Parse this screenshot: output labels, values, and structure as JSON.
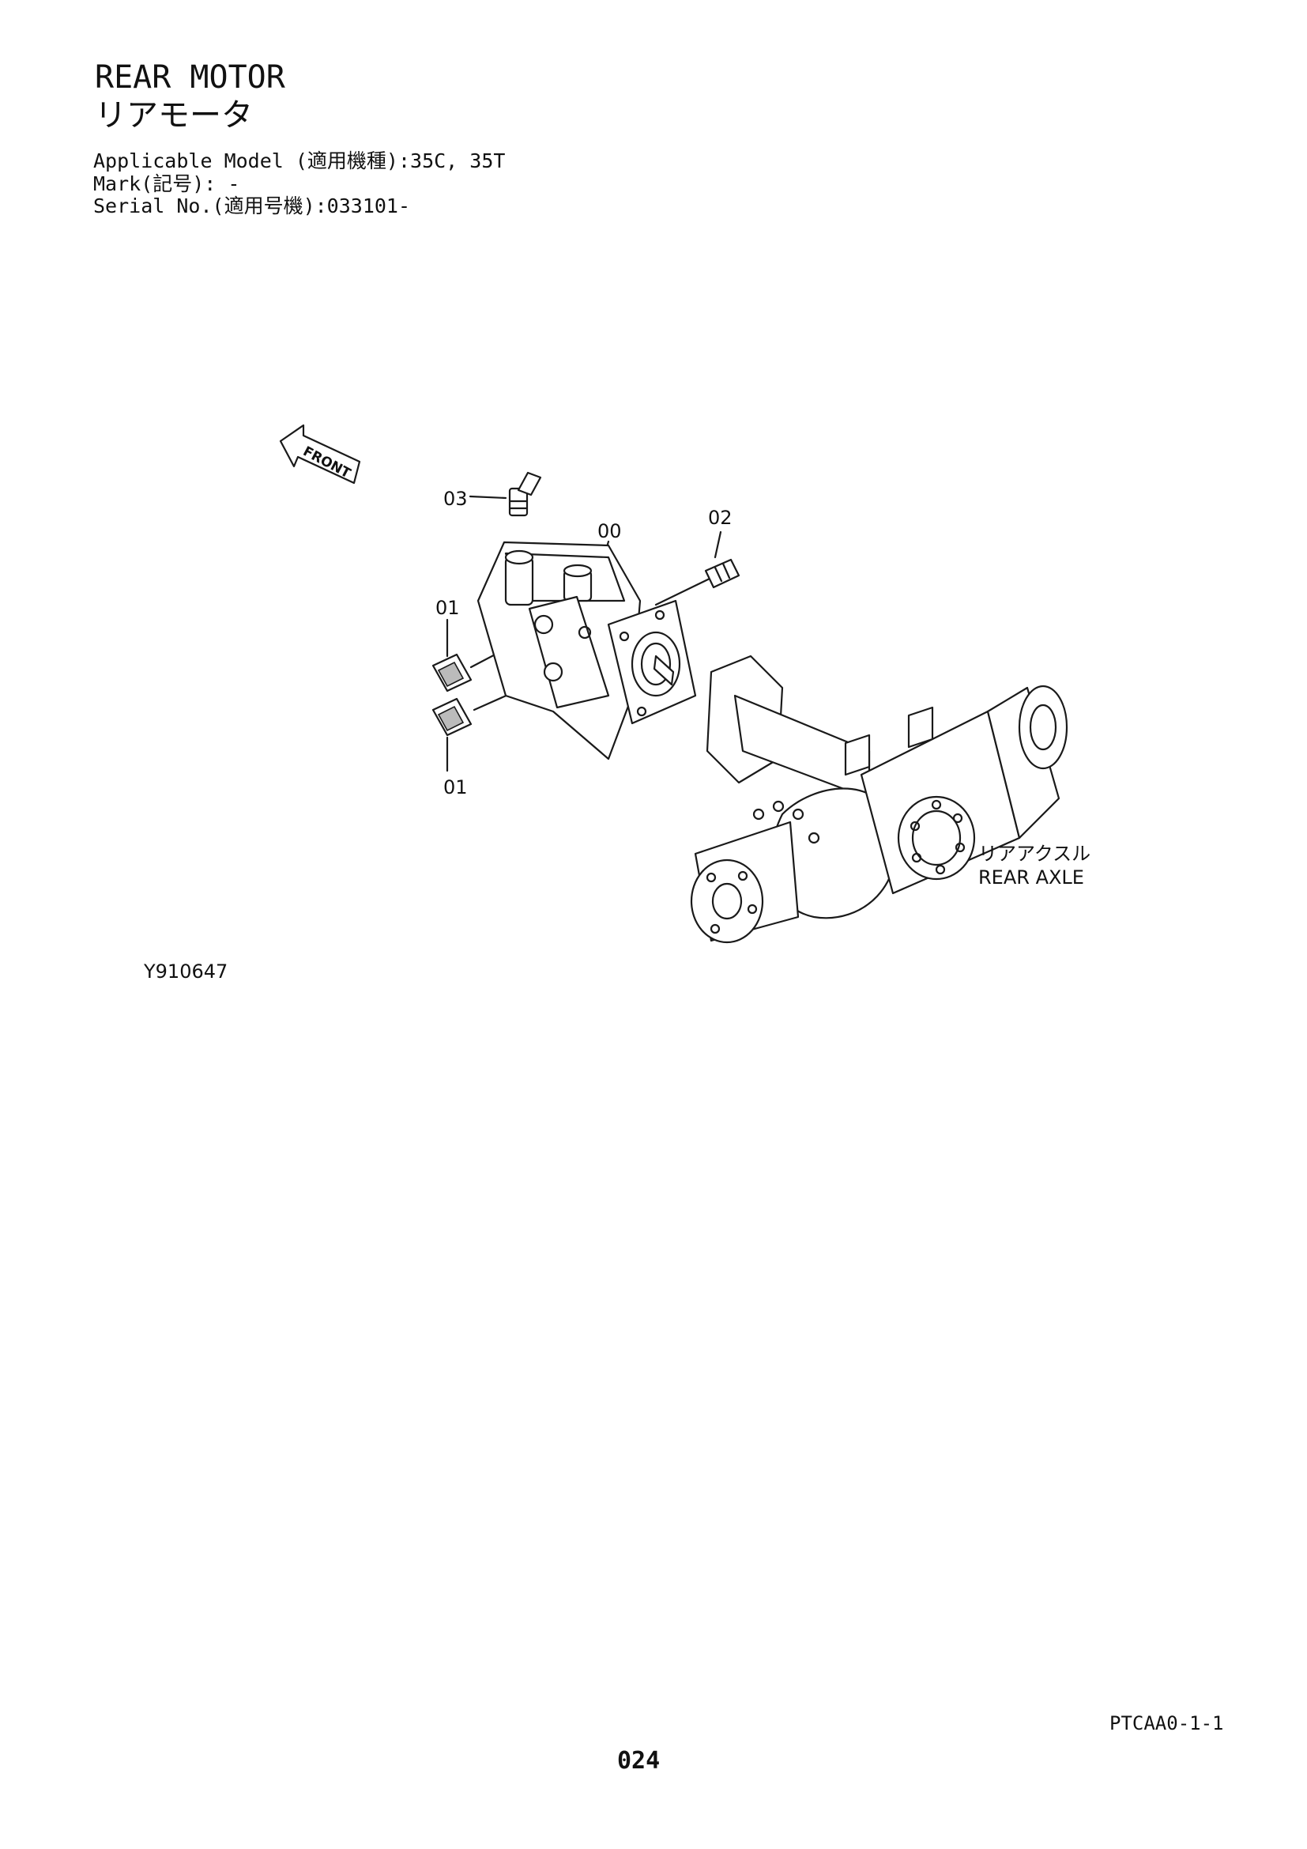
{
  "header": {
    "title_en": "REAR MOTOR",
    "title_jp": "リアモータ",
    "applicable_model": "Applicable Model (適用機種):35C, 35T",
    "mark": "Mark(記号): -",
    "serial_no": "Serial No.(適用号機):033101-"
  },
  "diagram": {
    "front_arrow_label": "FRONT",
    "callouts": {
      "c03": "03",
      "c00": "00",
      "c02": "02",
      "c01_upper": "01",
      "c01_lower": "01"
    },
    "rear_axle_jp": "リアアクスル",
    "rear_axle_en": "REAR AXLE",
    "figure_id": "Y910647"
  },
  "footer": {
    "doc_code": "PTCAA0-1-1",
    "page_number": "024"
  }
}
